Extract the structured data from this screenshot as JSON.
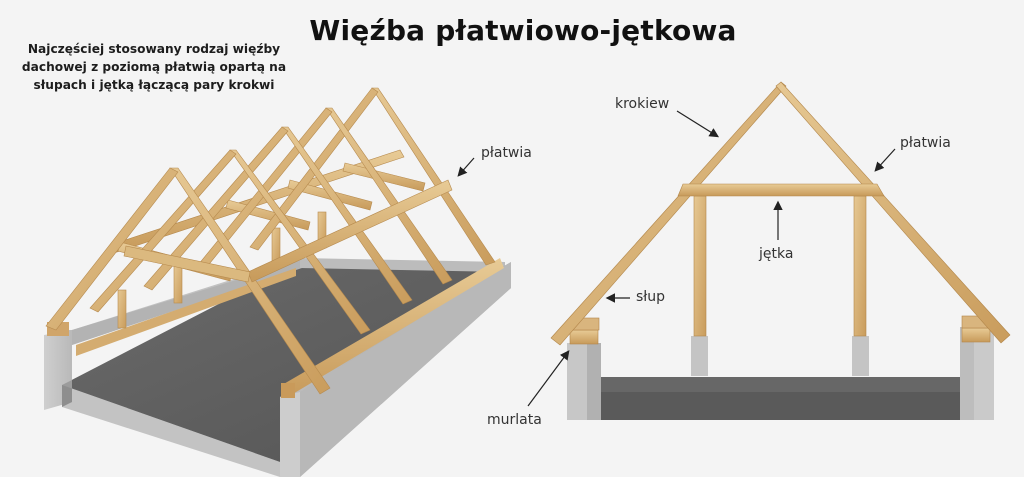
{
  "header": {
    "title": "Więźba płatwiowo-jętkowa"
  },
  "description": {
    "lines": [
      "Najczęściej stosowany rodzaj więźby",
      "dachowej z poziomą płatwią opartą na",
      "słupach i jętką łączącą pary krokwi"
    ]
  },
  "diagram_3d": {
    "labels": {
      "purlin": "płatwia"
    }
  },
  "diagram_section": {
    "labels": {
      "rafter": "krokiew",
      "purlin": "płatwia",
      "collar_beam": "jętka",
      "post": "słup",
      "wall_plate": "murlata"
    }
  },
  "colors": {
    "background": "#f4f4f4",
    "wood": "#d9b57e",
    "wood_dark": "#b98c4e",
    "concrete": "#c6c6c6",
    "concrete_dark": "#a9a9a9",
    "floor": "#5e5e5e",
    "text": "#111111"
  }
}
